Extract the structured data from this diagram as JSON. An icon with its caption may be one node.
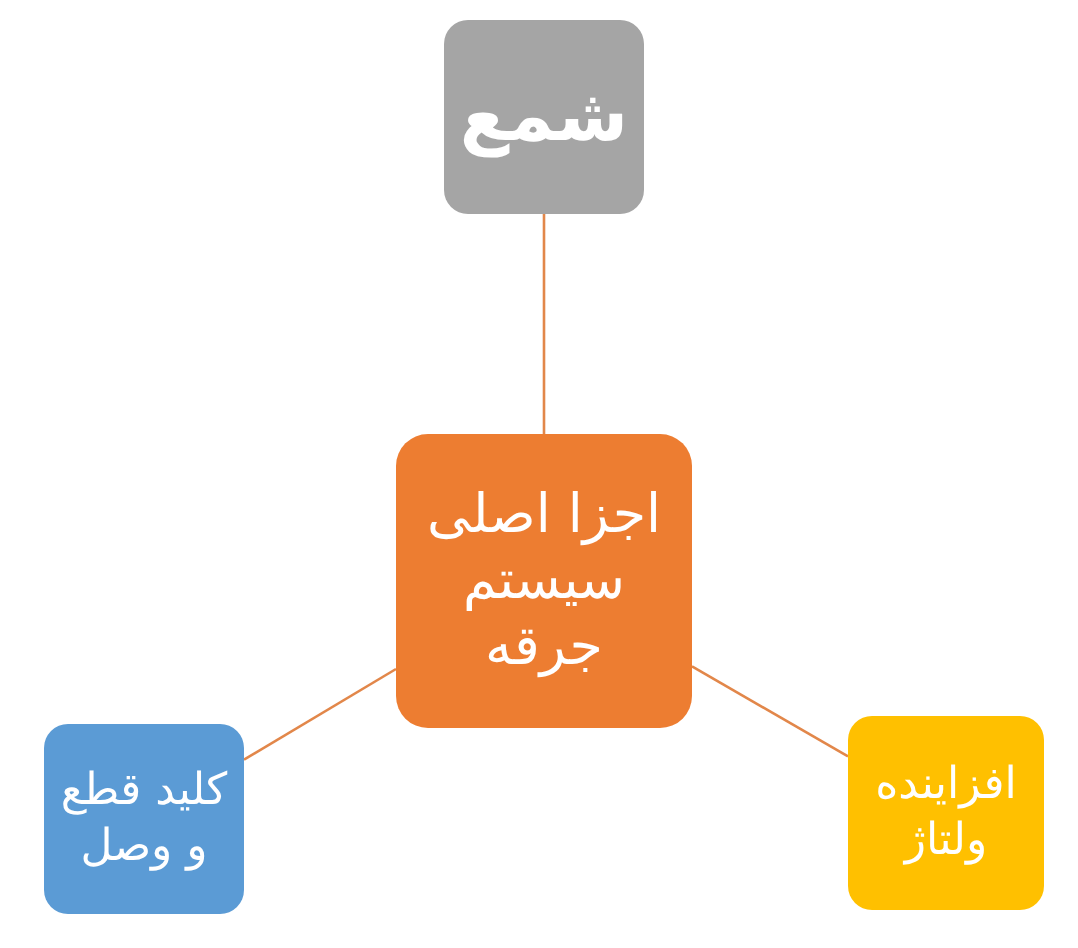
{
  "diagram": {
    "nodes": [
      {
        "text": [
          "شمع"
        ]
      },
      {
        "text": [
          "اجزا اصلی سیستم جرقه"
        ]
      },
      {
        "text": [
          "كلید قطع و وصل"
        ]
      },
      {
        "text": [
          "افزاینده ولتاژ"
        ]
      }
    ],
    "edges": [
      {
        "from": 1,
        "to": 0,
        "arrow": "none"
      },
      {
        "from": 1,
        "to": 2,
        "arrow": "none"
      },
      {
        "from": 1,
        "to": 3,
        "arrow": "none"
      }
    ]
  }
}
